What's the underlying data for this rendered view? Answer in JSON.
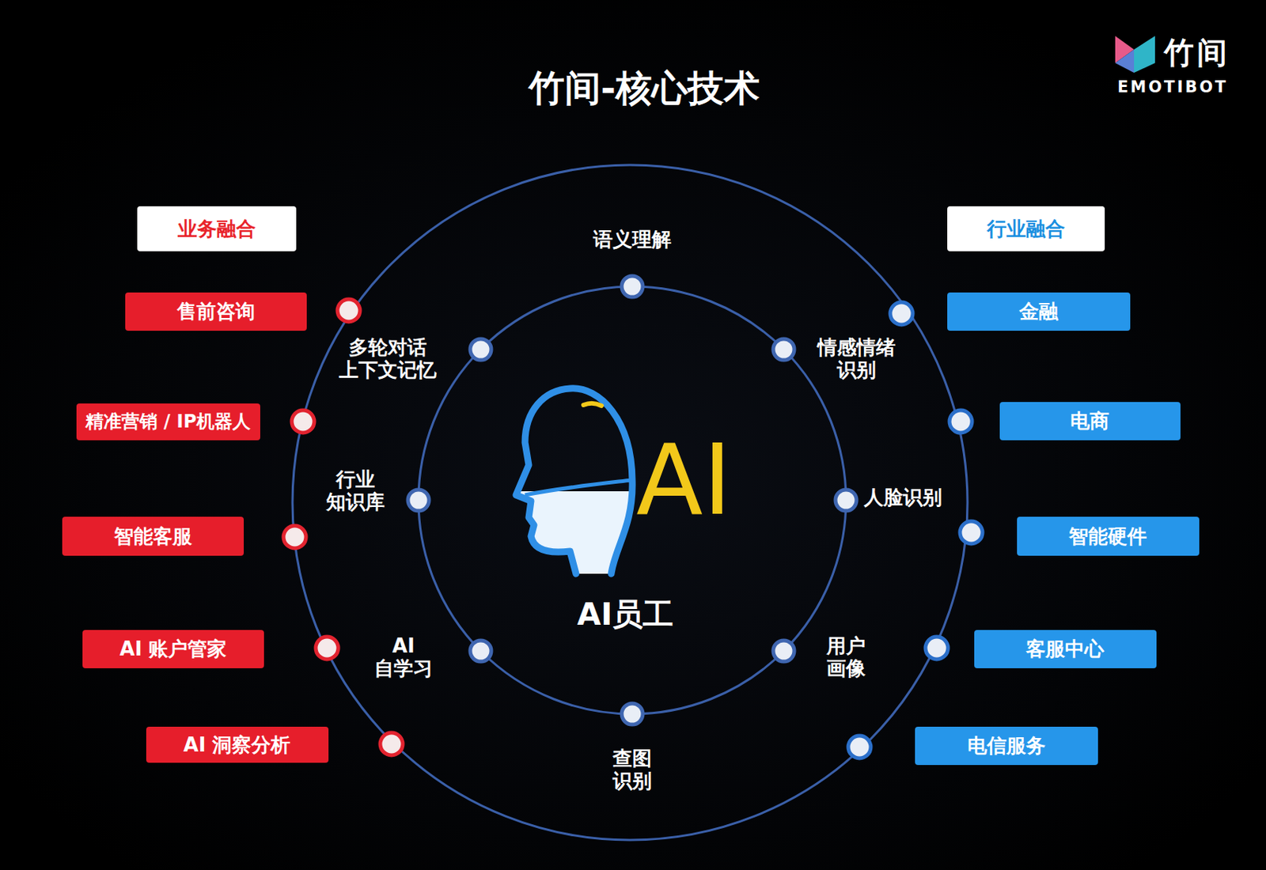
{
  "diagram": {
    "title": "竹间-核心技术",
    "nodes": [
      {
        "text": [
          "业务融合"
        ]
      },
      {
        "text": [
          "售前咨询"
        ]
      },
      {
        "text": [
          "精准营销 / IP机器人"
        ]
      },
      {
        "text": [
          "智能客服"
        ]
      },
      {
        "text": [
          "AI 账户管家"
        ]
      },
      {
        "text": [
          "AI 洞察分析"
        ]
      },
      {
        "text": [
          "行业融合"
        ]
      },
      {
        "text": [
          "金融"
        ]
      },
      {
        "text": [
          "电商"
        ]
      },
      {
        "text": [
          "智能硬件"
        ]
      },
      {
        "text": [
          "客服中心"
        ]
      },
      {
        "text": [
          "电信服务"
        ]
      }
    ],
    "labels": [
      "竹间",
      "EMOTIBOT",
      "语义理解",
      "多轮对话 上下文记忆",
      "情感情绪 识别",
      "行业 知识库",
      "人脸识别",
      "AI",
      "AI员工",
      "AI 自学习",
      "用户 画像",
      "查图 识别"
    ]
  }
}
